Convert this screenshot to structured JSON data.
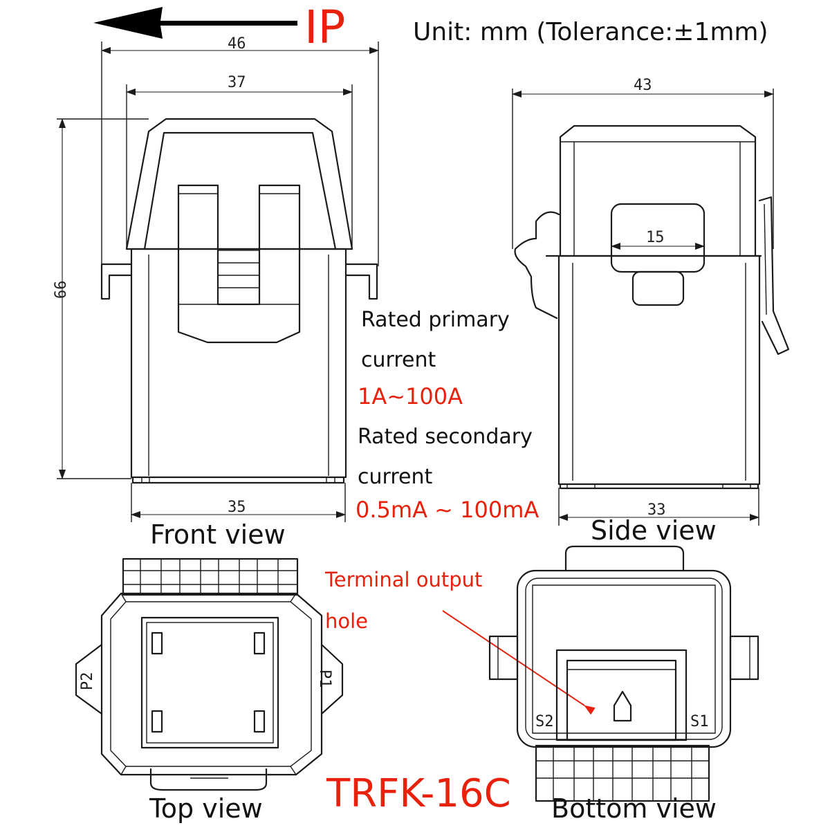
{
  "header": {
    "ip_label": "IP",
    "unit_note": "Unit: mm (Tolerance:±1mm)"
  },
  "dimensions": {
    "front_outer_width": "46",
    "front_inner_width": "37",
    "front_height": "66",
    "front_base_width": "35",
    "side_outer_width": "43",
    "side_window_width": "15",
    "side_base_width": "33"
  },
  "views": {
    "front": "Front view",
    "side": "Side view",
    "top": "Top view",
    "bottom": "Bottom view"
  },
  "specs": {
    "primary_label_1": "Rated primary",
    "primary_label_2": "current",
    "primary_value": "1A~100A",
    "secondary_label_1": "Rated secondary",
    "secondary_label_2": "current",
    "secondary_value": "0.5mA ~ 100mA"
  },
  "callout": {
    "line_1": "Terminal output",
    "line_2": "hole"
  },
  "pins": {
    "p1": "P1",
    "p2": "P2",
    "s1": "S1",
    "s2": "S2"
  },
  "model": "TRFK-16C",
  "colors": {
    "accent_red": "#e8210c",
    "line": "#1a1a1a"
  },
  "icons": [
    "left-arrow-icon",
    "pointer-arrow-icon"
  ]
}
